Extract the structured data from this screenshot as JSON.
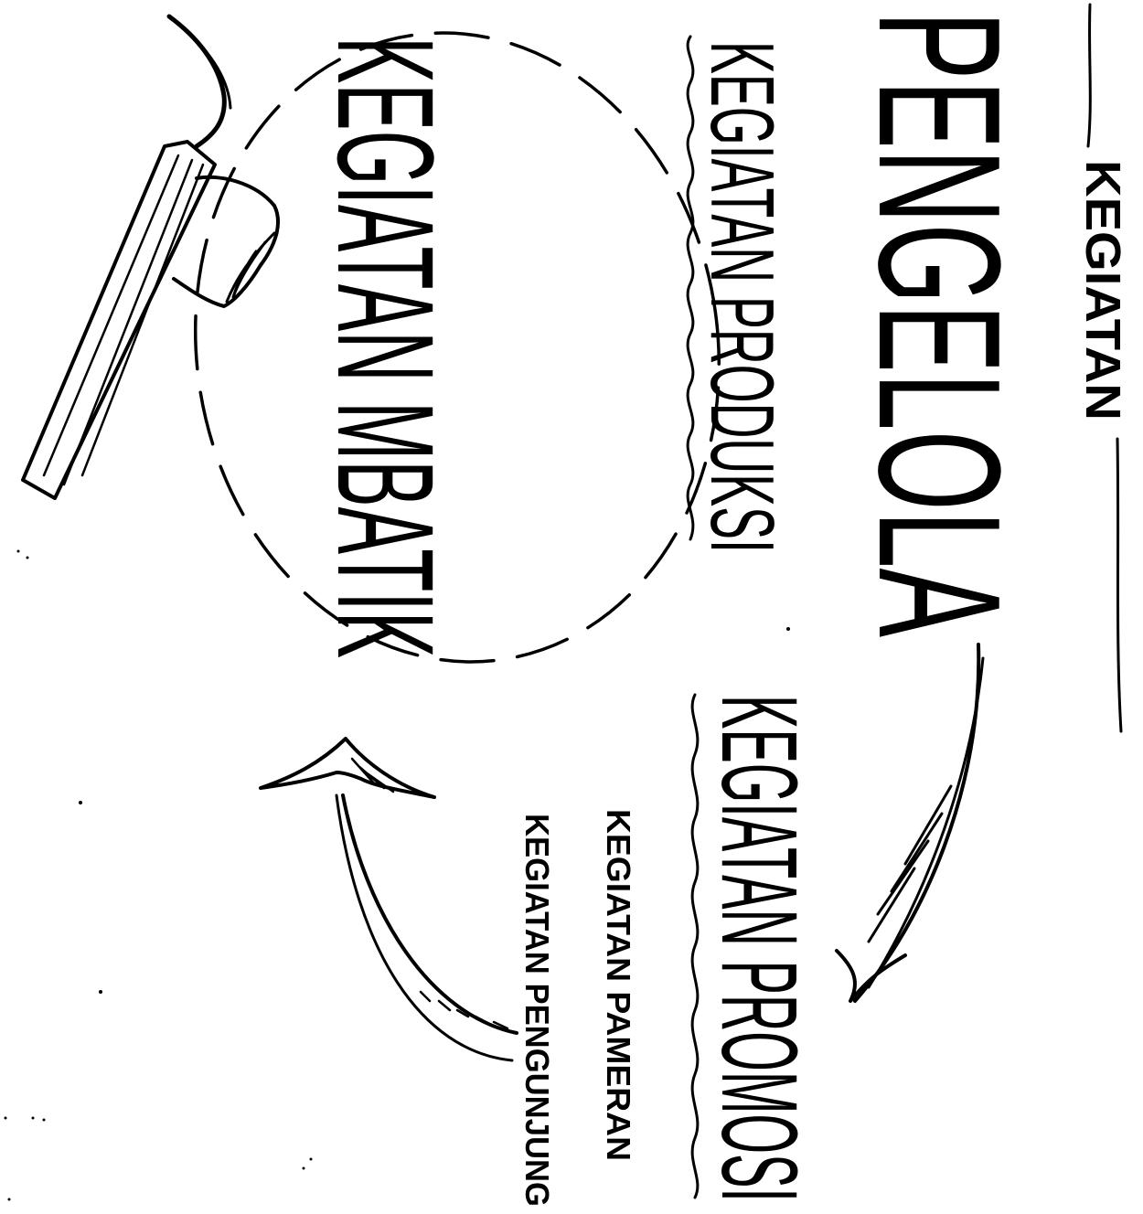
{
  "labels": {
    "top_category": "KEGIATAN",
    "manager": "PENGELOLA",
    "production": "KEGIATAN PRODUKSI",
    "batik": "KEGIATAN MBATIK",
    "promotion": "KEGIATAN PROMOSI",
    "exhibition": "KEGIATAN PAMERAN",
    "visitors": "KEGIATAN PENGUNJUNG"
  },
  "colors": {
    "ink": "#000000",
    "paper": "#ffffff"
  },
  "icons": [
    "canting-tool-icon",
    "curved-arrow-icon"
  ]
}
